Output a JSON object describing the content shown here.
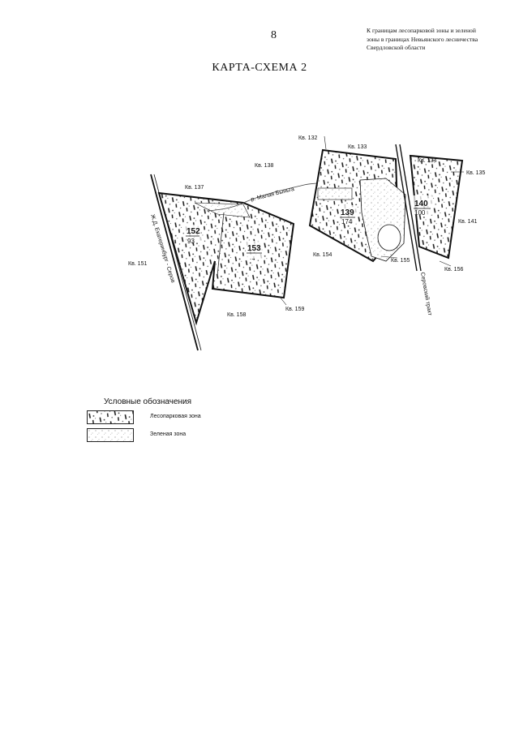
{
  "page_number": "8",
  "header_note": [
    "К границам лесопарковой зоны и зеленой",
    "зоны в границах Невьянского лесничества",
    "Свердловской области"
  ],
  "title": "КАРТА-СХЕМА 2",
  "map": {
    "quarter_labels": {
      "q132": "Кв. 132",
      "q133": "Кв. 133",
      "q134": "Кв. 134",
      "q135": "Кв. 135",
      "q137": "Кв. 137",
      "q138": "Кв. 138",
      "q141": "Кв. 141",
      "q151": "Кв. 151",
      "q154": "Кв. 154",
      "q155": "Кв. 155",
      "q156": "Кв. 156",
      "q158": "Кв. 158",
      "q159": "Кв. 159"
    },
    "plots": {
      "p152": {
        "number": "152",
        "area": "93"
      },
      "p153": {
        "number": "153",
        "area": "..."
      },
      "p139": {
        "number": "139",
        "area": "174"
      },
      "p140": {
        "number": "140",
        "area": "100"
      }
    },
    "river_label": "р. Малая Быньга",
    "railway_label": "Ж.Д. Екатеринбург - Серов",
    "road_label": "Серовский тракт"
  },
  "legend": {
    "title": "Условные обозначения",
    "items": [
      {
        "label": "Лесопарковая зона",
        "kind": "forest_park"
      },
      {
        "label": "Зеленая зона",
        "kind": "green"
      }
    ]
  },
  "colors": {
    "ink": "#111111",
    "forest_park_hatch": "#1a1a1a",
    "green_zone_dots": "#8a8a8a",
    "background": "#ffffff"
  }
}
